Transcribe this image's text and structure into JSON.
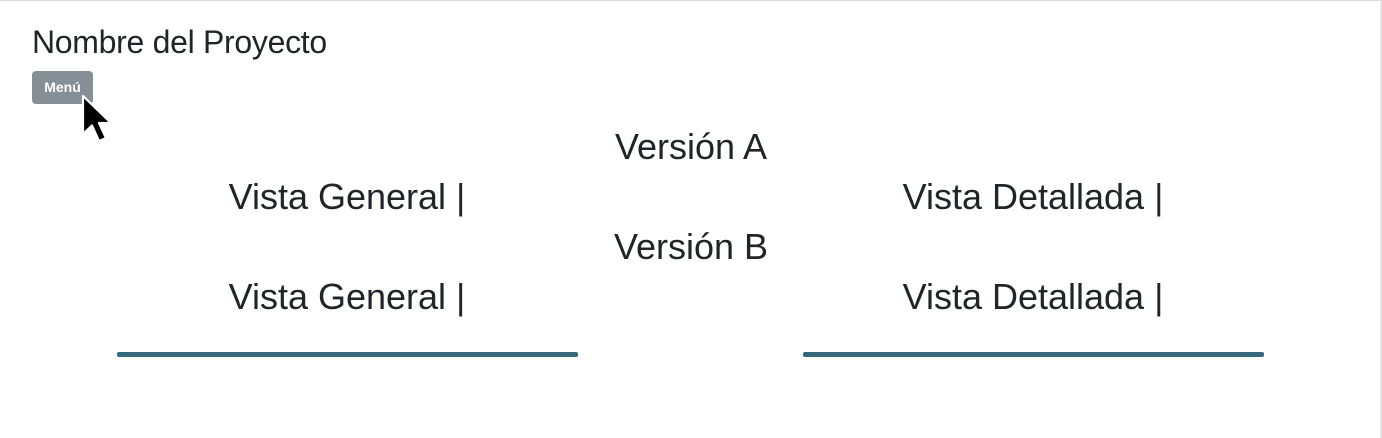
{
  "header": {
    "title": "Nombre del Proyecto",
    "menu_label": "Menú"
  },
  "versions": [
    {
      "title": "Versión A",
      "general_label": "Vista General |",
      "detailed_label": "Vista Detallada |"
    },
    {
      "title": "Versión B",
      "general_label": "Vista General |",
      "detailed_label": "Vista Detallada |"
    }
  ],
  "colors": {
    "menu_button_bg": "#868e96",
    "divider": "#35687b",
    "text": "#212529"
  },
  "icons": {
    "cursor": "mouse-pointer-icon"
  }
}
